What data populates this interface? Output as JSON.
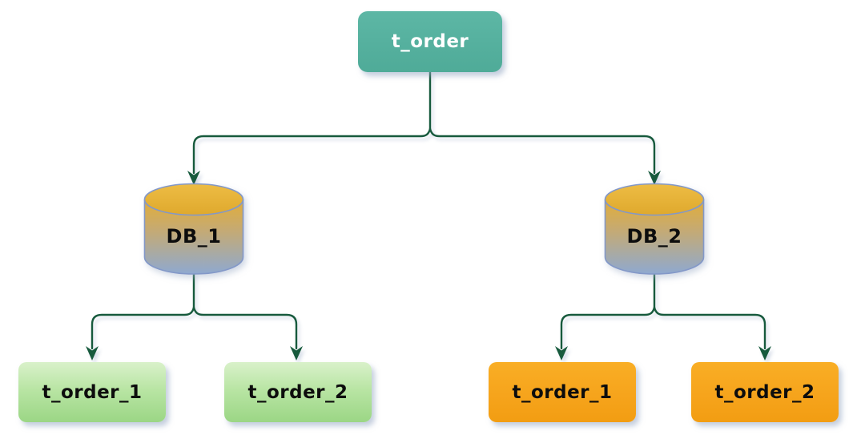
{
  "diagram": {
    "description": "database sharding tree",
    "root": {
      "label": "t_order"
    },
    "databases": [
      {
        "label": "DB_1"
      },
      {
        "label": "DB_2"
      }
    ],
    "tables": [
      {
        "label": "t_order_1",
        "parent": "DB_1",
        "color": "green"
      },
      {
        "label": "t_order_2",
        "parent": "DB_1",
        "color": "green"
      },
      {
        "label": "t_order_1",
        "parent": "DB_2",
        "color": "orange"
      },
      {
        "label": "t_order_2",
        "parent": "DB_2",
        "color": "orange"
      }
    ],
    "colors": {
      "root_fill": "#55b09e",
      "root_text": "#ffffff",
      "connector": "#175a3d",
      "cylinder_top": "#e8b235",
      "cylinder_bottom": "#8fa9d0",
      "cylinder_stroke": "#8398c8",
      "table_green_top": "#d9f1ca",
      "table_green_bottom": "#9bd685",
      "table_orange": "#f6a41c",
      "label_text": "#0d0d0d"
    }
  }
}
